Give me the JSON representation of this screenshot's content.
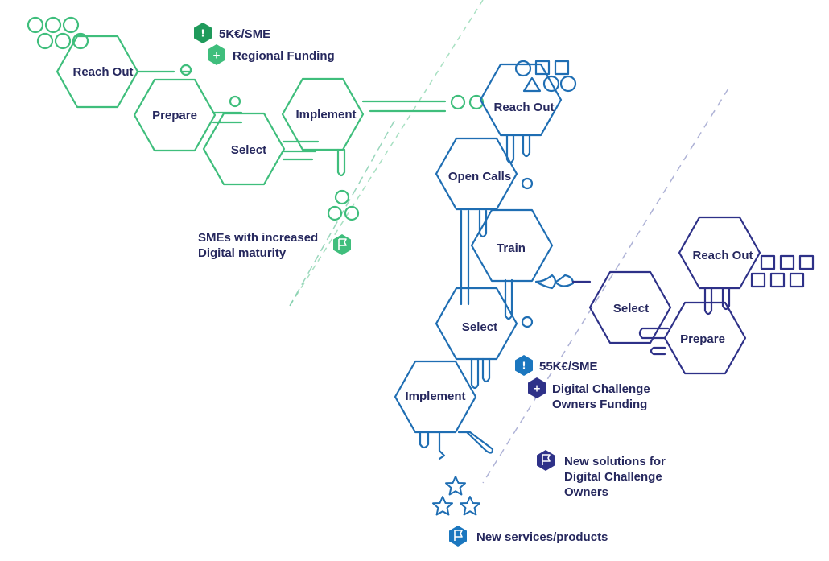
{
  "colors": {
    "green": "#3fbe7c",
    "green_badge": "#1f9a5b",
    "blue": "#1f6eb3",
    "blue_badge": "#1b77bf",
    "navy": "#2e3188",
    "text": "#26285e"
  },
  "green_flow": {
    "steps": [
      "Reach Out",
      "Prepare",
      "Select",
      "Implement"
    ],
    "funding_amount": "5K€/SME",
    "funding_source": "Regional Funding",
    "outcome": [
      "SMEs with increased",
      "Digital maturity"
    ]
  },
  "blue_flow": {
    "steps": [
      "Reach Out",
      "Open Calls",
      "Train",
      "Select",
      "Implement"
    ],
    "funding_amount": "55K€/SME",
    "funding_source": [
      "Digital Challenge",
      "Owners Funding"
    ],
    "outcome": "New services/products"
  },
  "navy_flow": {
    "steps": [
      "Reach Out",
      "Select",
      "Prepare"
    ],
    "outcome": [
      "New solutions for",
      "Digital Challenge",
      "Owners"
    ]
  },
  "icons": [
    "exclamation-icon",
    "plus-icon",
    "flag-icon",
    "star-icon",
    "circle-icon",
    "square-icon",
    "triangle-icon"
  ]
}
